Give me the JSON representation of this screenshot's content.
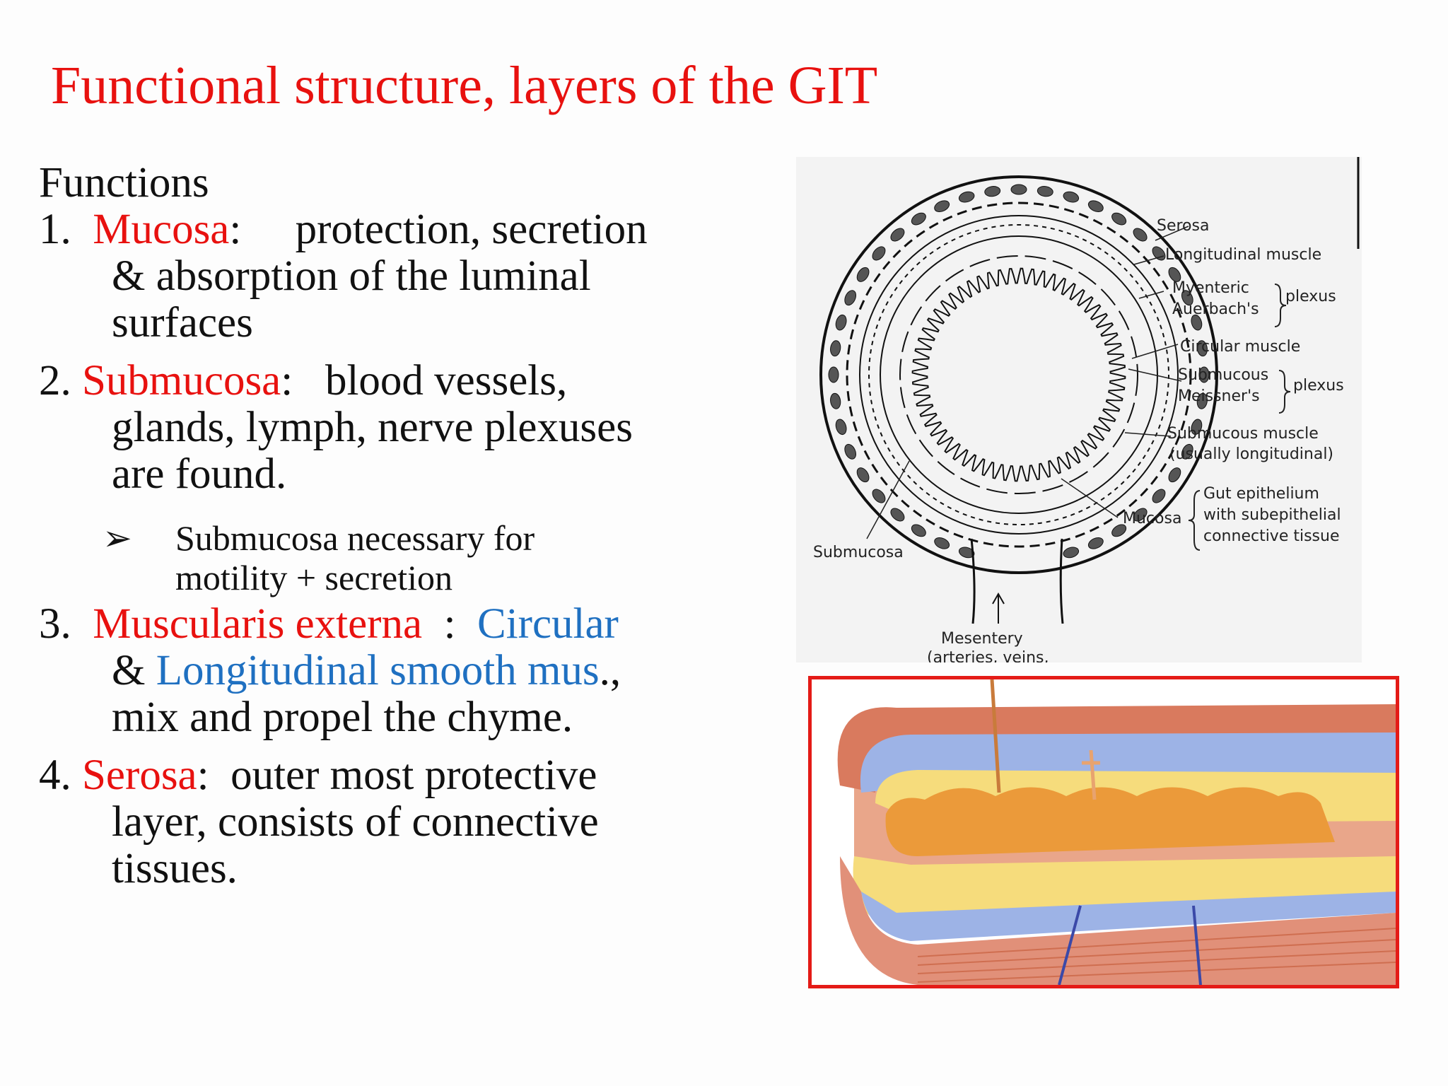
{
  "title": "Functional structure, layers of the GIT",
  "functions_heading": "Functions",
  "items": [
    {
      "num": "1.",
      "term": "Mucosa",
      "sep": ":",
      "line1": "protection, secretion",
      "line2": "&  absorption of the luminal",
      "line3": "surfaces"
    },
    {
      "num": "2.",
      "term": "Submucosa",
      "sep": ":",
      "line1": "blood vessels,",
      "line2": "glands, lymph,  nerve plexuses",
      "line3": "are found."
    },
    {
      "num": "3.",
      "term": "Muscularis externa",
      "sep": "  :  ",
      "blue1": "Circular",
      "amp": "& ",
      "blue2": "Longitudinal smooth mus",
      "tail": ".,",
      "line3": "mix and propel the chyme."
    },
    {
      "num": "4.",
      "term": "Serosa",
      "sep": ":",
      "line1": "outer most protective",
      "line2": "layer,  consists of connective",
      "line3": "tissues."
    }
  ],
  "sub_bullet": {
    "marker": "➢",
    "line1": "Submucosa necessary for",
    "line2": "motility + secretion"
  },
  "diagram": {
    "labels": {
      "serosa": "Serosa",
      "longitudinal_muscle": "Longitudinal muscle",
      "myenteric": "Myenteric",
      "auerbachs": "Auerbach's",
      "plexus1": "plexus",
      "circular_muscle": "Circular muscle",
      "submucous": "Submucous",
      "meissners": "Meissner's",
      "plexus2": "plexus",
      "submucous_muscle": "Submucous muscle",
      "usually_longitudinal": "(usually longitudinal)",
      "gut_epithelium": "Gut epithelium",
      "with_subepithelial": "with subepithelial",
      "connective_tissue": "connective tissue",
      "mucosa": "Mucosa",
      "submucosa": "Submucosa",
      "mesentery": "Mesentery",
      "arteries_veins": "(arteries, veins,"
    }
  },
  "colors": {
    "title_red": "#e8110f",
    "term_blue": "#1f70c1",
    "frame_red": "#e41b17"
  }
}
